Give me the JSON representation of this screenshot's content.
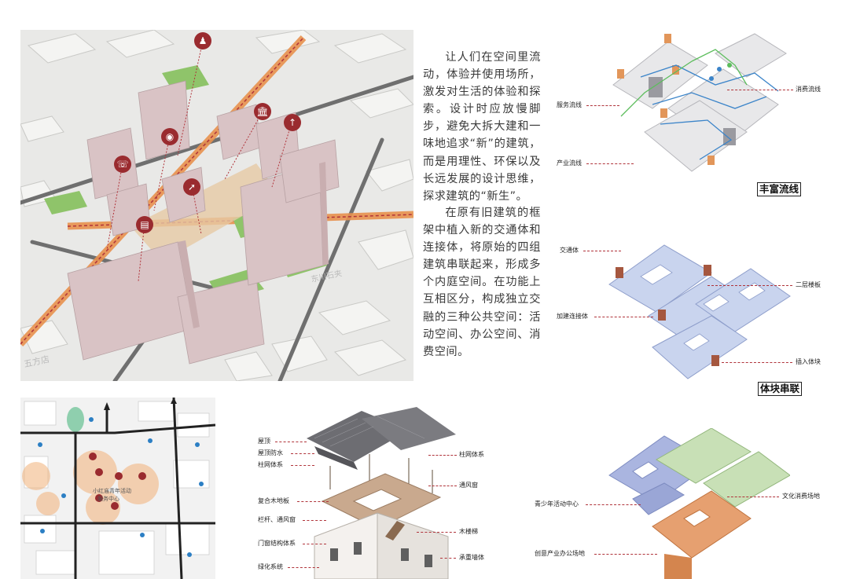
{
  "paragraph1": "让人们在空间里流动，体验并使用场所，激发对生活的体验和探索。设计时应放慢脚步，避免大拆大建和一味地追求“新”的建筑，而是用理性、环保以及长远发展的设计思维，探求建筑的“新生”。",
  "paragraph2": "在原有旧建筑的框架中植入新的交通体和连接体，将原始的四组建筑串联起来，形成多个内庭空间。在功能上互相区分，构成独立交融的三种公共空间：活动空间、办公空间、消费空间。",
  "aerial": {
    "icons": [
      "dining-icon",
      "bank-icon",
      "camera-icon",
      "running-icon",
      "shopping-cart-icon",
      "users-icon",
      "bike-icon"
    ],
    "street_sign": "东川石夹",
    "corner_sign": "五方店"
  },
  "flow_diagram": {
    "title": "丰富流线",
    "labels": {
      "service": "服务流线",
      "industry": "产业流线",
      "consumption": "消费流线"
    }
  },
  "block_diagram": {
    "title": "体块串联",
    "labels": {
      "traffic": "交通体",
      "connector": "加建连接体",
      "second_floor": "二层楼板",
      "insert": "插入体块"
    }
  },
  "function_diagram": {
    "labels": {
      "youth": "青少年活动中心",
      "creative": "创意产业办公场地",
      "culture": "文化消费场地"
    },
    "colors": {
      "youth": "#9aa6d6",
      "creative": "#e6a070",
      "culture": "#b7d3a4"
    }
  },
  "exploded": {
    "left_labels": [
      "屋顶",
      "屋顶防水",
      "柱网体系",
      "复合木地板",
      "栏杆、通风窗",
      "门窗结构体系",
      "绿化系统"
    ],
    "right_labels": [
      "柱网体系",
      "通风窗",
      "木楼梯",
      "承重墙体"
    ]
  },
  "site_map": {
    "labels": [
      "小红庙青年活动",
      "服务中心"
    ]
  },
  "colors": {
    "accent": "#9a2b2f",
    "building": "#d9c3c5",
    "green": "#8fc46a",
    "road": "#e89a5a"
  }
}
